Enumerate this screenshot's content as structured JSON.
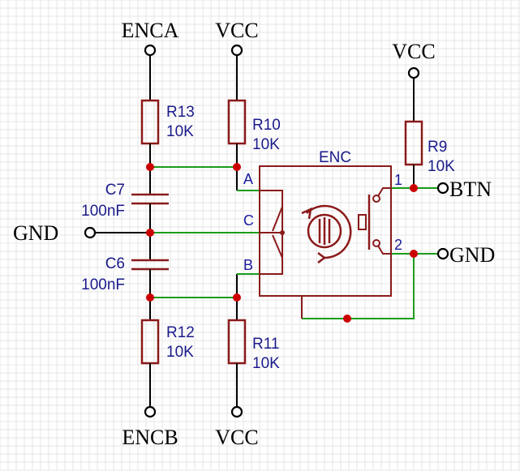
{
  "nets": {
    "enca": "ENCA",
    "encb": "ENCB",
    "vcc_top_r10": "VCC",
    "vcc_bottom_r11": "VCC",
    "vcc_r9": "VCC",
    "gnd_left": "GND",
    "gnd_right": "GND",
    "btn": "BTN"
  },
  "components": {
    "r13": {
      "ref": "R13",
      "value": "10K"
    },
    "r10": {
      "ref": "R10",
      "value": "10K"
    },
    "r9": {
      "ref": "R9",
      "value": "10K"
    },
    "r12": {
      "ref": "R12",
      "value": "10K"
    },
    "r11": {
      "ref": "R11",
      "value": "10K"
    },
    "c7": {
      "ref": "C7",
      "value": "100nF"
    },
    "c6": {
      "ref": "C6",
      "value": "100nF"
    },
    "enc": {
      "ref": "ENC"
    }
  },
  "enc_pins": {
    "a": "A",
    "b": "B",
    "c": "C",
    "p1": "1",
    "p2": "2"
  },
  "colors": {
    "wire_black": "#000000",
    "wire_green": "#1a9c1a",
    "component": "#8b1a1a",
    "junction": "#cc0000",
    "label_blue": "#1a1a8b"
  }
}
